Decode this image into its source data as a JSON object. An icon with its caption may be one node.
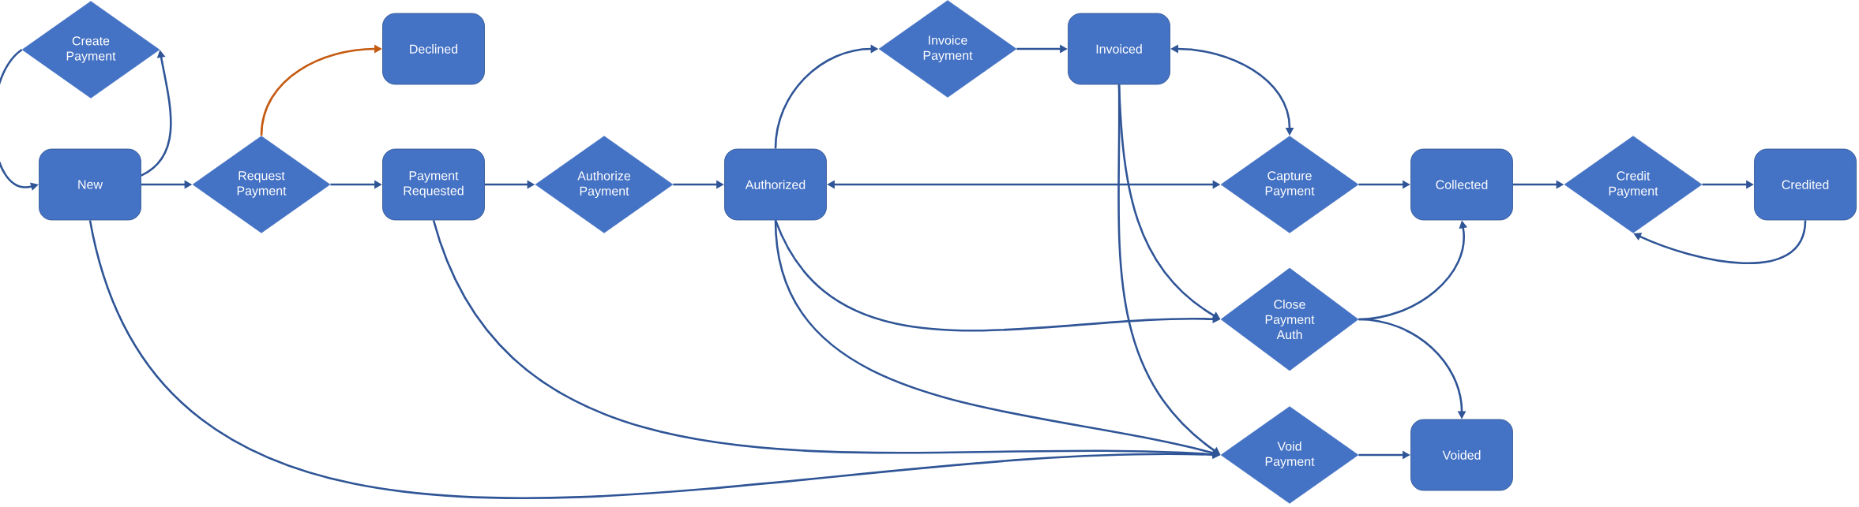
{
  "diagram": {
    "nodes": [
      {
        "text": [
          "Create Payment"
        ]
      },
      {
        "text": [
          "New"
        ]
      },
      {
        "text": [
          "Request Payment"
        ]
      },
      {
        "text": [
          "Declined"
        ]
      },
      {
        "text": [
          "Payment Requested"
        ]
      },
      {
        "text": [
          "Authorize Payment"
        ]
      },
      {
        "text": [
          "Authorized"
        ]
      },
      {
        "text": [
          "Invoice Payment"
        ]
      },
      {
        "text": [
          "Invoiced"
        ]
      },
      {
        "text": [
          "Capture Payment"
        ]
      },
      {
        "text": [
          "Collected"
        ]
      },
      {
        "text": [
          "Credit Payment"
        ]
      },
      {
        "text": [
          "Credited"
        ]
      },
      {
        "text": [
          "Close Payment Auth"
        ]
      },
      {
        "text": [
          "Void Payment"
        ]
      },
      {
        "text": [
          "Voided"
        ]
      }
    ],
    "edges": [
      {
        "from": 0,
        "to": 1,
        "arrow": "to"
      },
      {
        "from": 1,
        "to": 0,
        "arrow": "to"
      },
      {
        "from": 1,
        "to": 2,
        "arrow": "to"
      },
      {
        "from": 2,
        "to": 3,
        "arrow": "to",
        "color": "#c55a11"
      },
      {
        "from": 2,
        "to": 4,
        "arrow": "to"
      },
      {
        "from": 4,
        "to": 5,
        "arrow": "to"
      },
      {
        "from": 5,
        "to": 6,
        "arrow": "to"
      },
      {
        "from": 6,
        "to": 7,
        "arrow": "to"
      },
      {
        "from": 7,
        "to": 8,
        "arrow": "to"
      },
      {
        "from": 8,
        "to": 9,
        "arrow": "both"
      },
      {
        "from": 6,
        "to": 9,
        "arrow": "both"
      },
      {
        "from": 9,
        "to": 10,
        "arrow": "to"
      },
      {
        "from": 10,
        "to": 11,
        "arrow": "to"
      },
      {
        "from": 11,
        "to": 12,
        "arrow": "to"
      },
      {
        "from": 12,
        "to": 11,
        "arrow": "to"
      },
      {
        "from": 6,
        "to": 13,
        "arrow": "to"
      },
      {
        "from": 8,
        "to": 13,
        "arrow": "to"
      },
      {
        "from": 8,
        "to": 14,
        "arrow": "to"
      },
      {
        "from": 13,
        "to": 10,
        "arrow": "to"
      },
      {
        "from": 13,
        "to": 15,
        "arrow": "to"
      },
      {
        "from": 1,
        "to": 14,
        "arrow": "to"
      },
      {
        "from": 4,
        "to": 14,
        "arrow": "to"
      },
      {
        "from": 6,
        "to": 14,
        "arrow": "to"
      },
      {
        "from": 14,
        "to": 15,
        "arrow": "to"
      }
    ]
  }
}
